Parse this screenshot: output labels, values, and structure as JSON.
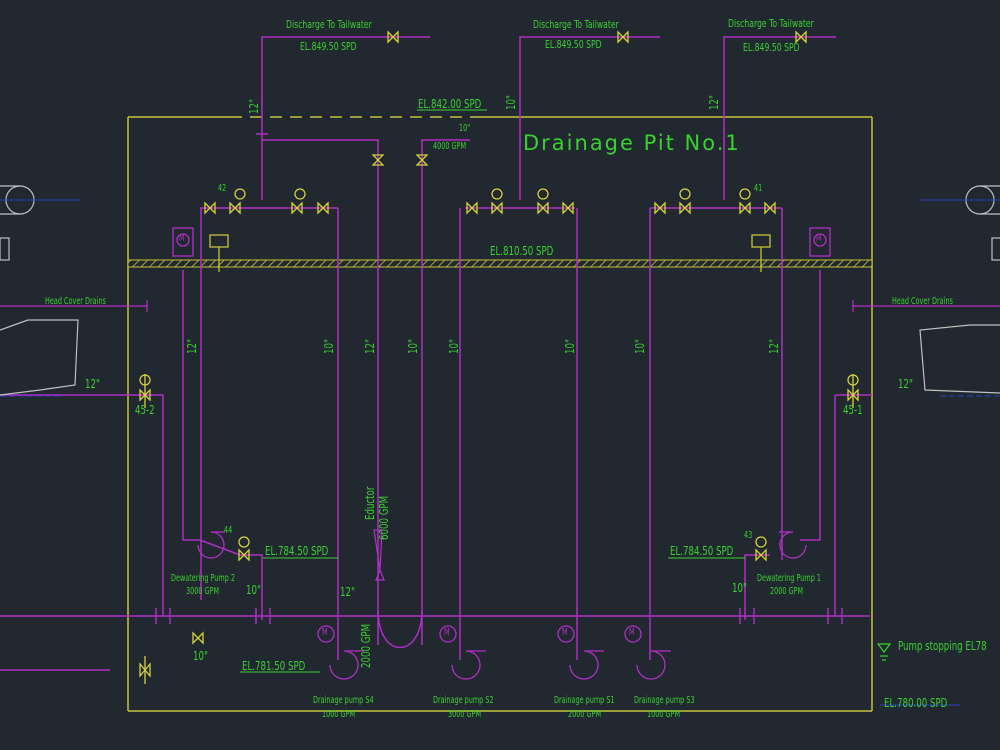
{
  "colors": {
    "background": "#212830",
    "outline": "#c7c23a",
    "pipe": "#b02fc4",
    "text": "#39d12f",
    "valve": "#d6d23a",
    "blue_axis": "#2d3fc4"
  },
  "diagram": {
    "title": "Drainage Pit No.1",
    "el_top": "EL.842.00 SPD",
    "el_floor": "EL.810.50 SPD",
    "el_bottom": "EL.780.00 SPD",
    "pump_stopping": "Pump stopping EL78",
    "discharge_label": "Discharge To Tailwater",
    "discharge_el": "EL.849.50 SPD",
    "head_cover_drains": "Head Cover Drains",
    "flow_4000": "4000 GPM",
    "size_10": "10\"",
    "size_12": "12\"",
    "el_784": "EL.784.50 SPD",
    "el_781": "EL.781.50 SPD",
    "eductor": "Eductor",
    "eductor_flow": "6000 GPM",
    "flow_2000": "2000 GPM",
    "tag_42": "42",
    "tag_41": "41",
    "tag_44": "44",
    "tag_43": "43",
    "tag_45_2": "45-2",
    "tag_45_1": "45-1",
    "dewatering_pump_2": "Dewatering Pump 2",
    "dewatering_pump_1": "Dewatering Pump 1",
    "pump_s4": "Drainage pump S4",
    "pump_s2": "Drainage pump S2",
    "pump_s1": "Drainage pump S1",
    "pump_s3": "Drainage pump S3",
    "gpm_3000": "3000 GPM",
    "gpm_2000": "2000 GPM",
    "gpm_1000": "1000 GPM",
    "motor_symbol": "M"
  }
}
